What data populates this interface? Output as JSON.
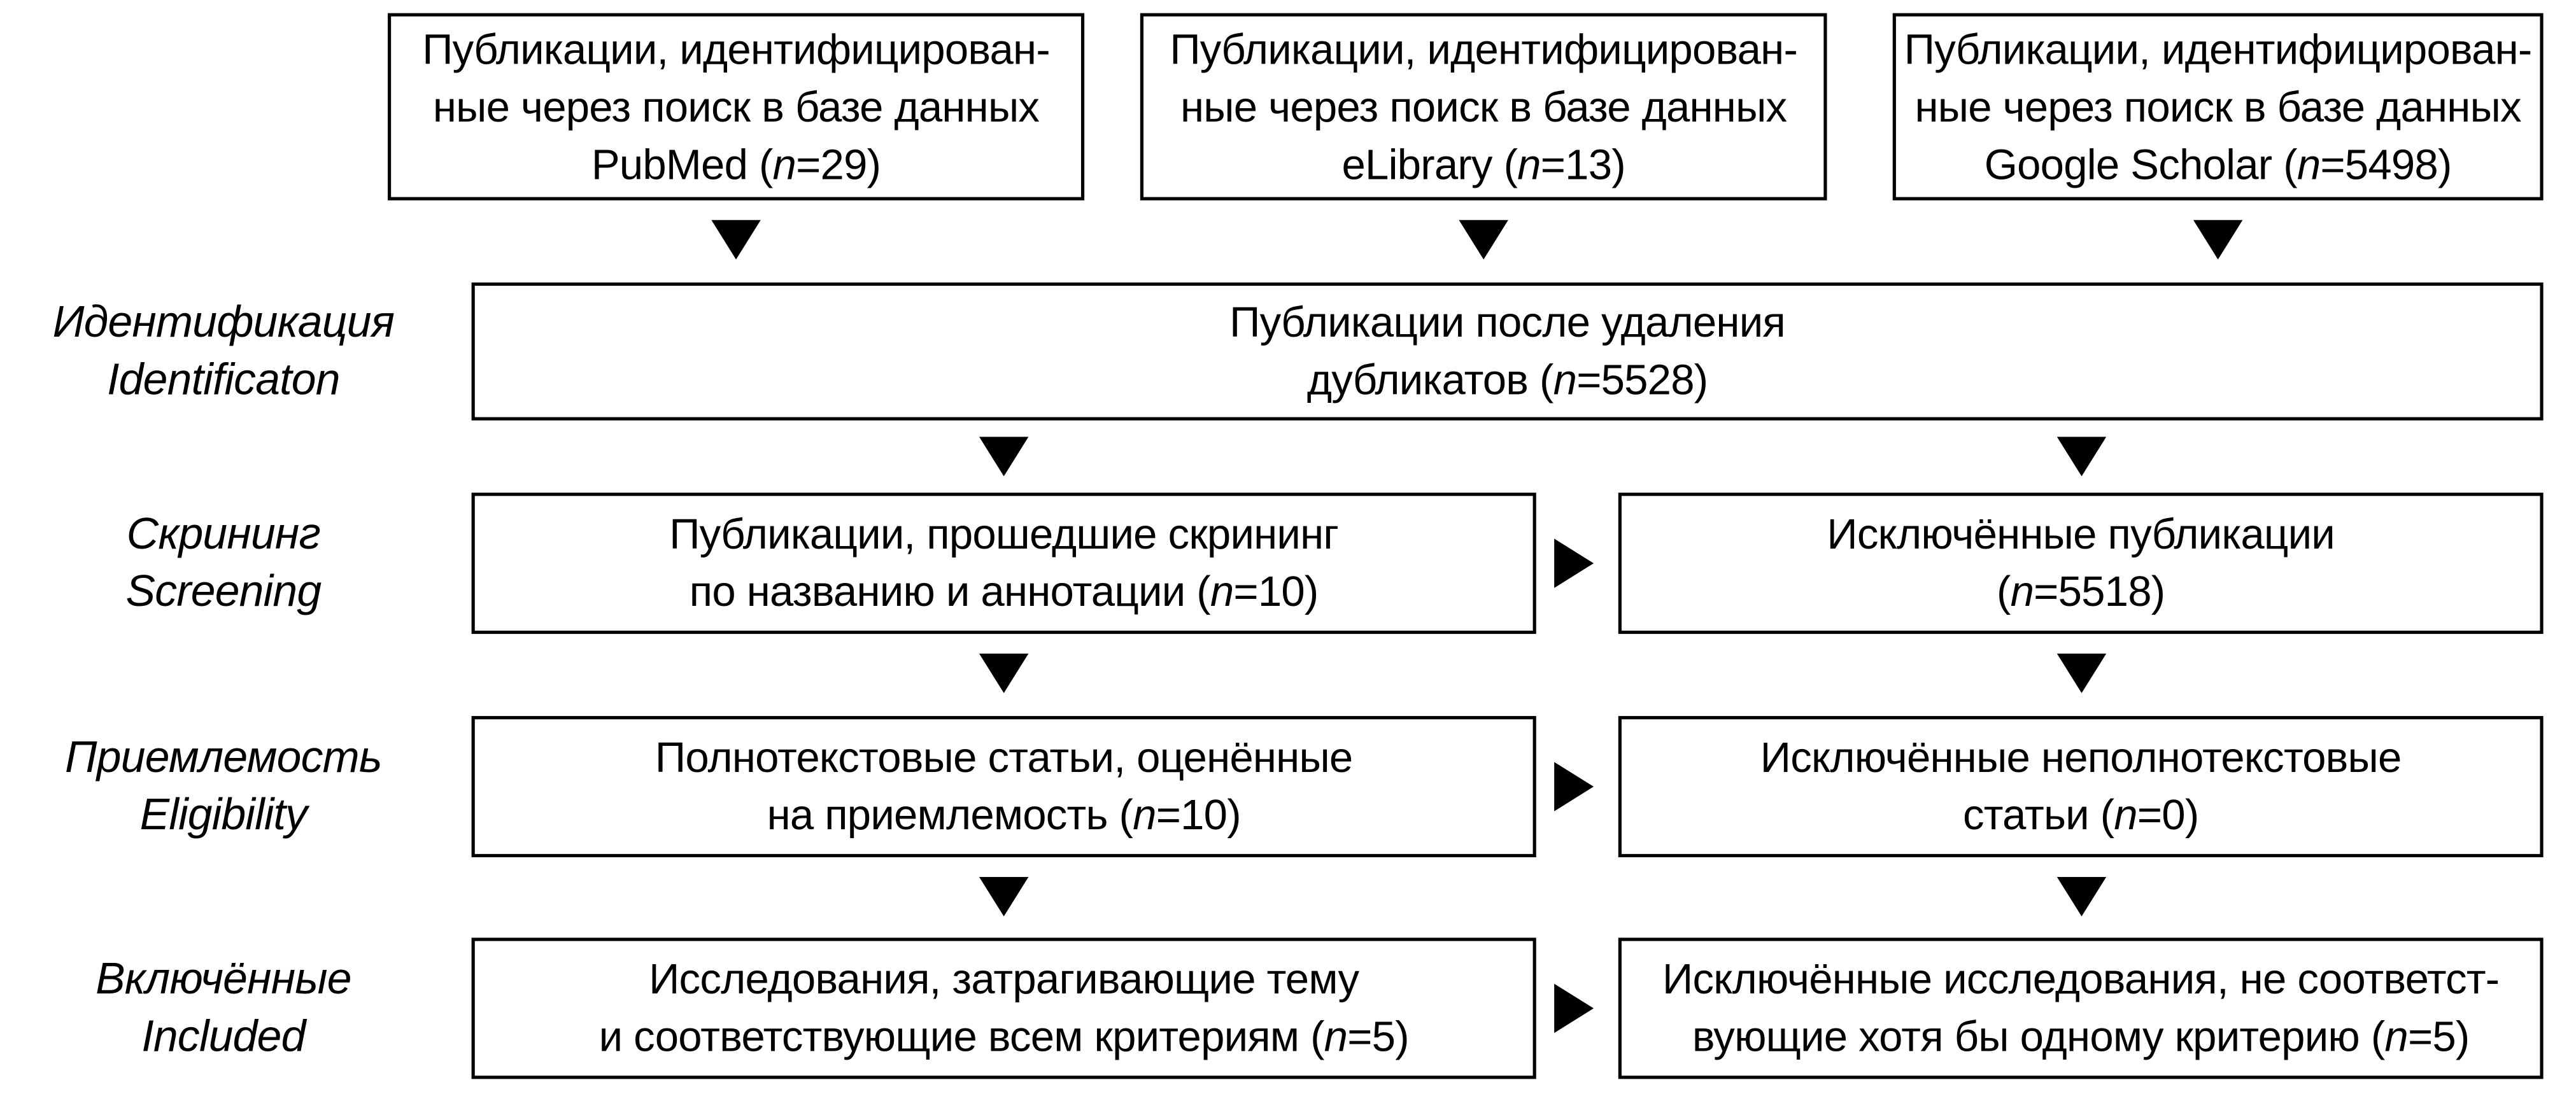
{
  "colors": {
    "background": "#ffffff",
    "box_border": "#000000",
    "text": "#000000",
    "arrow": "#000000"
  },
  "stages": [
    {
      "ru": "Идентификация",
      "en": "Identificaton"
    },
    {
      "ru": "Скрининг",
      "en": "Screening"
    },
    {
      "ru": "Приемлемость",
      "en": "Eligibility"
    },
    {
      "ru": "Включённые",
      "en": "Included"
    }
  ],
  "boxes": {
    "pubmed": {
      "line1": "Публикации, идентифицирован-",
      "line2": "ные через поиск в базе данных",
      "line3_pre": "PubMed (",
      "line3_n": "n",
      "line3_post": "=29)"
    },
    "elibrary": {
      "line1": "Публикации, идентифицирован-",
      "line2": "ные через поиск в базе данных",
      "line3_pre": "eLibrary (",
      "line3_n": "n",
      "line3_post": "=13)"
    },
    "google": {
      "line1": "Публикации, идентифицирован-",
      "line2": "ные через поиск в базе данных",
      "line3_pre": "Google Scholar (",
      "line3_n": "n",
      "line3_post": "=5498)"
    },
    "dedup": {
      "line1": "Публикации после удаления",
      "line2_pre": "дубликатов (",
      "line2_n": "n",
      "line2_post": "=5528)"
    },
    "screened": {
      "line1": "Публикации, прошедшие скрининг",
      "line2_pre": "по названию и аннотации (",
      "line2_n": "n",
      "line2_post": "=10)"
    },
    "excluded_screening": {
      "line1": "Исключённые публикации",
      "line2_pre": "(",
      "line2_n": "n",
      "line2_post": "=5518)"
    },
    "fulltext": {
      "line1": "Полнотекстовые статьи, оценённые",
      "line2_pre": "на приемлемость (",
      "line2_n": "n",
      "line2_post": "=10)"
    },
    "excluded_fulltext": {
      "line1": "Исключённые неполнотекстовые",
      "line2_pre": "статьи (",
      "line2_n": "n",
      "line2_post": "=0)"
    },
    "included_studies": {
      "line1": "Исследования, затрагивающие тему",
      "line2_pre": "и соответствующие всем критериям (",
      "line2_n": "n",
      "line2_post": "=5)"
    },
    "excluded_criteria": {
      "line1": "Исключённые исследования, не соответст-",
      "line2_pre": "вующие хотя бы одному критерию (",
      "line2_n": "n",
      "line2_post": "=5)"
    }
  }
}
